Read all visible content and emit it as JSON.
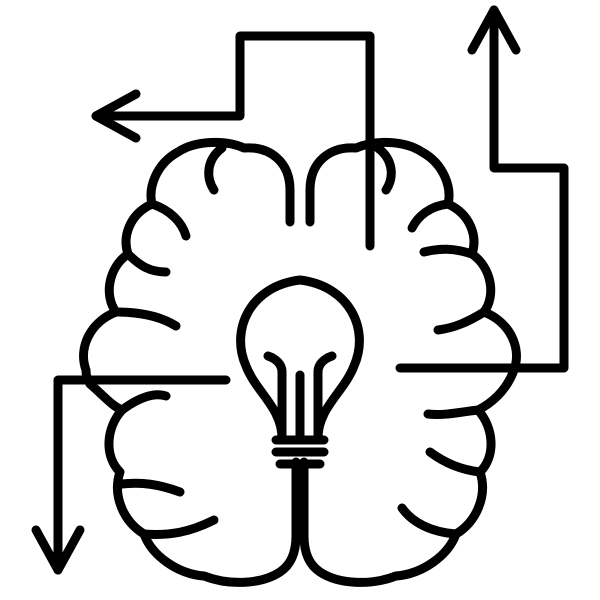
{
  "icon": {
    "name": "brain-lightbulb-idea-icon",
    "parts": [
      "brain-left-hemisphere",
      "brain-right-hemisphere",
      "lightbulb",
      "direction-arrows"
    ]
  },
  "colors": {
    "stroke": "#000000",
    "background": "#ffffff"
  }
}
